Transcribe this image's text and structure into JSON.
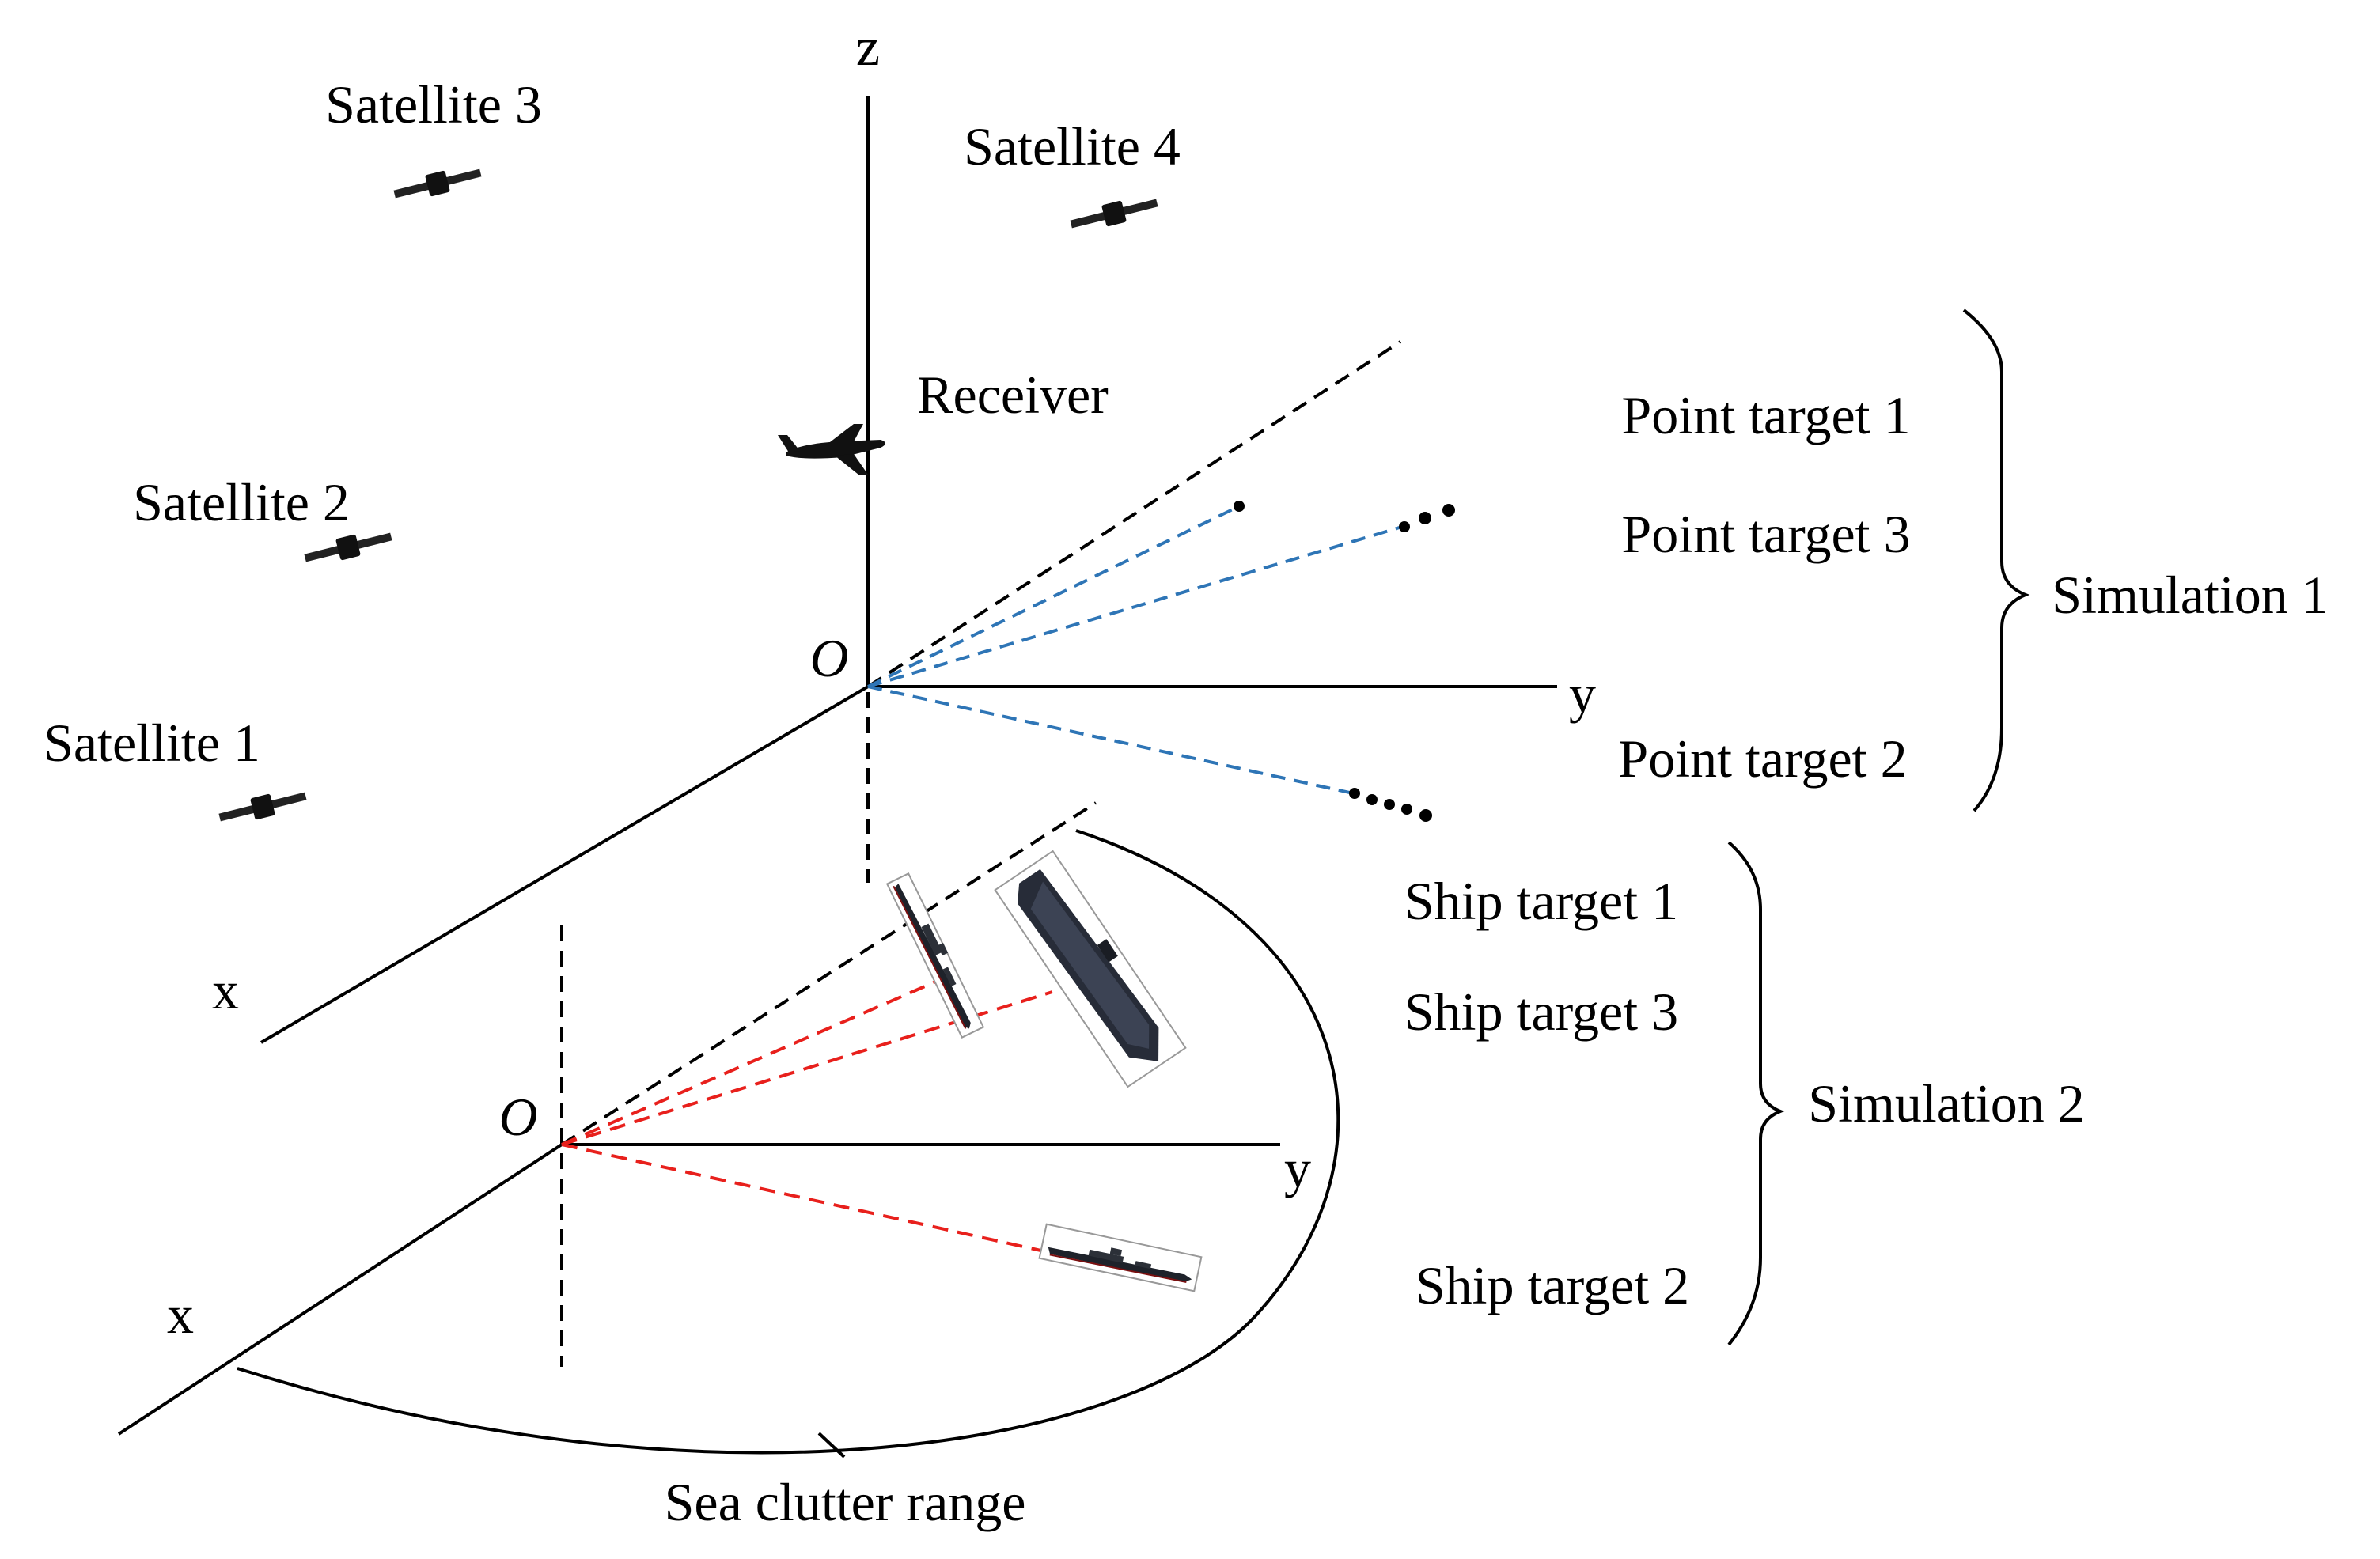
{
  "labels": {
    "z_axis": "z",
    "satellite_1": "Satellite 1",
    "satellite_2": "Satellite 2",
    "satellite_3": "Satellite 3",
    "satellite_4": "Satellite 4",
    "receiver": "Receiver",
    "origin_upper": "O",
    "origin_lower": "O",
    "y_axis_upper": "y",
    "x_axis_upper": "x",
    "y_axis_lower": "y",
    "x_axis_lower": "x",
    "point_target_1": "Point target 1",
    "point_target_3": "Point target 3",
    "point_target_2": "Point target 2",
    "simulation_1": "Simulation 1",
    "ship_target_1": "Ship target 1",
    "ship_target_3": "Ship target 3",
    "ship_target_2": "Ship target 2",
    "simulation_2": "Simulation 2",
    "sea_clutter_range": "Sea clutter range"
  },
  "colors": {
    "axes": "#000000",
    "point_target_lines": "#2e75b6",
    "ship_target_lines": "#e8201c",
    "ship_hull": "#1e222a"
  },
  "icons": {
    "satellite": "satellite-icon",
    "receiver": "airplane-icon",
    "ship": "warship-icon",
    "carrier": "aircraft-carrier-icon"
  }
}
